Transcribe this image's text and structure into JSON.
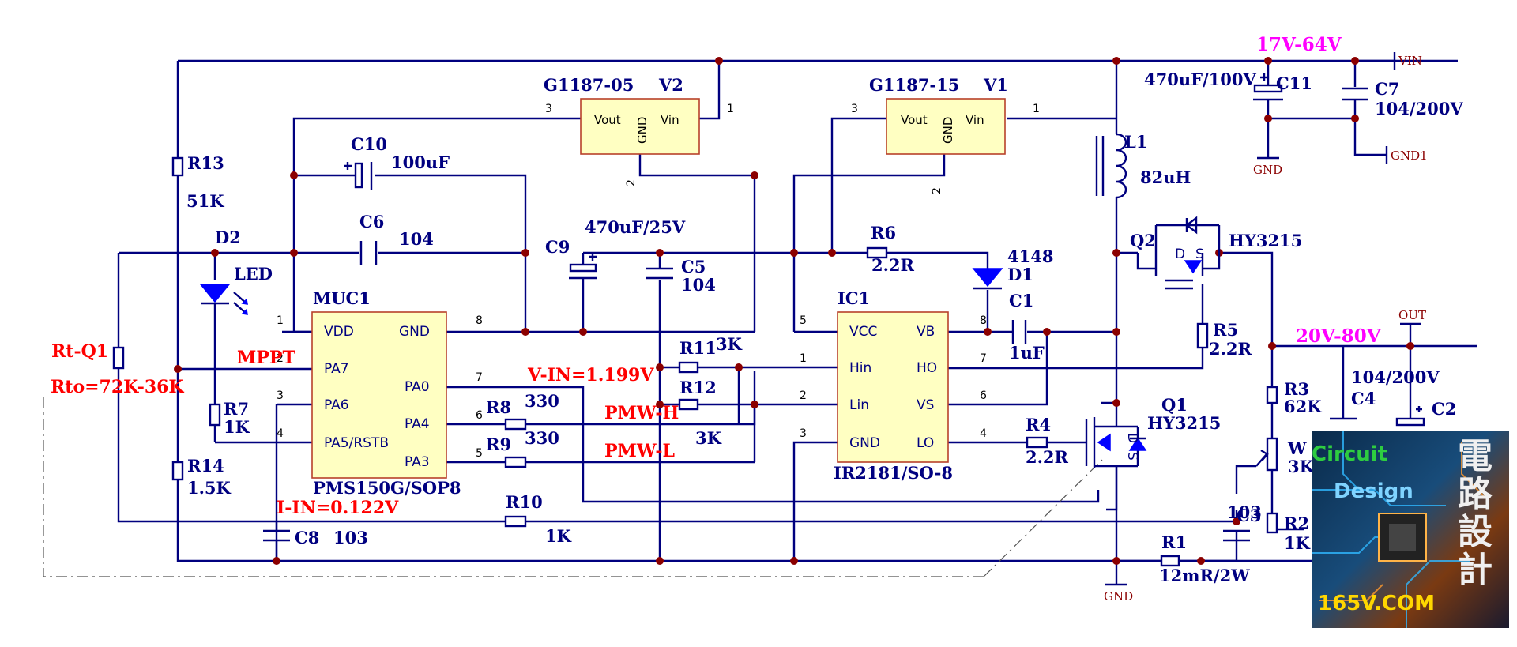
{
  "chips": {
    "v2_part": "G1187-05",
    "v2_ref": "V2",
    "v1_part": "G1187-15",
    "v1_ref": "V1",
    "reg_vout": "Vout",
    "reg_gnd": "GND",
    "reg_vin": "Vin",
    "mcu_ref": "MUC1",
    "mcu_part": "PMS150G/SOP8",
    "mcu_pins": [
      "VDD",
      "PA7",
      "PA6",
      "PA5/RSTB",
      "GND",
      "PA0",
      "PA4",
      "PA3"
    ],
    "ic1_ref": "IC1",
    "ic1_part": "IR2181/SO-8",
    "ic1_pins": [
      "VCC",
      "Hin",
      "Lin",
      "GND",
      "VB",
      "HO",
      "VS",
      "LO"
    ]
  },
  "pin_numbers": {
    "v2_in": "1",
    "v2_out": "3",
    "v2_gnd": "2",
    "v1_in": "1",
    "v1_out": "3",
    "v1_gnd": "2",
    "mcu": [
      "1",
      "2",
      "3",
      "4",
      "8",
      "7",
      "6",
      "5"
    ],
    "ic1": [
      "5",
      "1",
      "2",
      "3",
      "8",
      "7",
      "6",
      "4"
    ]
  },
  "components": {
    "r13_ref": "R13",
    "r13_val": "51K",
    "r14_ref": "R14",
    "r14_val": "1.5K",
    "r7_ref": "R7",
    "r7_val": "1K",
    "d2_ref": "D2",
    "d2_val": "LED",
    "c10_ref": "C10",
    "c10_val": "100uF",
    "c6_ref": "C6",
    "c6_val": "104",
    "c9_ref": "C9",
    "c9_val": "470uF/25V",
    "c5_ref": "C5",
    "c5_val": "104",
    "c8_ref": "C8",
    "c8_val": "103",
    "r6_ref": "R6",
    "r6_val": "2.2R",
    "d1_ref": "D1",
    "d1_val": "4148",
    "c1_ref": "C1",
    "c1_val": "1uF",
    "r11_ref": "R11",
    "r11_val": "3K",
    "r12_ref": "R12",
    "r12_val": "3K",
    "r8_ref": "R8",
    "r8_val": "330",
    "r9_ref": "R9",
    "r9_val": "330",
    "r10_ref": "R10",
    "r10_val": "1K",
    "r4_ref": "R4",
    "r4_val": "2.2R",
    "l1_ref": "L1",
    "l1_val": "82uH",
    "q2_ref": "Q2",
    "q2_val": "HY3215",
    "q1_ref": "Q1",
    "q1_val": "HY3215",
    "r5_ref": "R5",
    "r5_val": "2.2R",
    "c11_ref": "C11",
    "c11_val": "470uF/100V",
    "c7_ref": "C7",
    "c7_val": "104/200V",
    "r3_ref": "R3",
    "r3_val": "62K",
    "w_ref": "W",
    "w_val": "3K",
    "r2_ref": "R2",
    "r2_val": "1K",
    "c3_ref": "C3",
    "c3_val": "103",
    "c4_ref": "C4",
    "c4_val": "104/200V",
    "c2_ref": "C2",
    "r1_ref": "R1",
    "r1_val": "12mR/2W",
    "mos_d": "D",
    "mos_s": "S"
  },
  "annotations": {
    "rt": "Rt-Q1",
    "rto": "Rto=72K-36K",
    "mppt": "MPPT",
    "vin_meas": "V-IN=1.199V",
    "iin_meas": "I-IN=0.122V",
    "pwm_h": "PMW-H",
    "pwm_l": "PMW-L",
    "input_range": "17V-64V",
    "output_range": "20V-80V"
  },
  "power_ports": {
    "vin": "VIN",
    "gnd1": "GND1",
    "gnd_top": "GND",
    "gnd_bottom": "GND",
    "out": "OUT"
  },
  "badge": {
    "word1": "Circuit",
    "word2": "Design",
    "cn": [
      "電",
      "路",
      "設",
      "計"
    ],
    "site": "165V.COM"
  },
  "colors": {
    "wire": "#00007f",
    "junction": "#8b0000",
    "chip_fill": "#ffffc2",
    "chip_border": "#b8412a",
    "annotation_red": "#ff0000",
    "annotation_magenta": "#ff00ff",
    "diode": "#0000ff"
  }
}
